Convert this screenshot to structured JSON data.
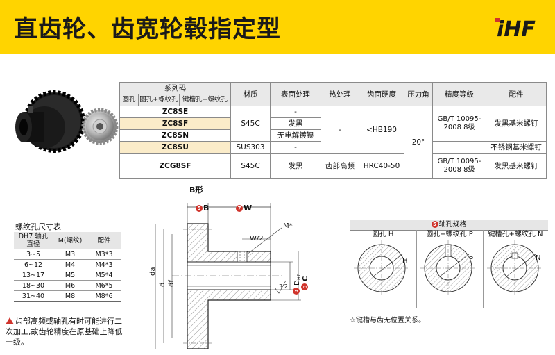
{
  "header": {
    "title": "直齿轮、齿宽轮毂指定型",
    "logo": "iHF",
    "bg_color": "#ffd400"
  },
  "spec_table": {
    "group_header": "系列码",
    "sub_headers": [
      "圆孔",
      "圆孔+螺纹孔",
      "键槽孔+螺纹孔"
    ],
    "col_headers": [
      "材质",
      "表面处理",
      "热处理",
      "齿面硬度",
      "压力角",
      "精度等级",
      "配件"
    ],
    "codes": [
      "ZC8SE",
      "ZC8SF",
      "ZC8SN",
      "ZC8SU",
      "ZCG8SF"
    ],
    "material_s45c": "S45C",
    "material_sus": "SUS303",
    "material_s45c_2": "S45C",
    "surface": [
      "-",
      "发黑",
      "无电解镀镍",
      "-",
      "发黑"
    ],
    "heat_dash": "-",
    "heat_last": "齿部高频",
    "hardness": "<HB190",
    "hardness_last": "HRC40-50",
    "pressure_angle": "20°",
    "precision_1": "GB/T 10095-2008 8级",
    "precision_2": "GB/T 10095-2008 8级",
    "accessory_1": "发黑基米螺钉",
    "accessory_2": "不锈钢基米螺钉",
    "accessory_3": "发黑基米螺钉"
  },
  "drawing": {
    "shape_label": "B形",
    "B": "B",
    "W": "W",
    "M": "M*",
    "W2": "W/2",
    "roughness": "3.2",
    "D": "D",
    "D_sub": "H7",
    "C": "C",
    "da": "da",
    "d": "d",
    "df": "df",
    "circled_B": "⑤",
    "circled_W": "⑦",
    "circled_D": "④",
    "circled_C": "⑨"
  },
  "thread_table": {
    "title": "螺纹孔尺寸表",
    "headers": [
      "DH7 轴孔直径",
      "M(螺纹)",
      "配件"
    ],
    "rows": [
      [
        "3~5",
        "M3",
        "M3*3"
      ],
      [
        "6~12",
        "M4",
        "M4*3"
      ],
      [
        "13~17",
        "M5",
        "M5*4"
      ],
      [
        "18~30",
        "M6",
        "M6*5"
      ],
      [
        "31~40",
        "M8",
        "M8*6"
      ]
    ]
  },
  "warning": "齿部高频或轴孔有时可能进行二次加工,故齿轮精度在原基础上降低一级。",
  "hole_spec": {
    "title": "轴孔规格",
    "title_num": "⑤",
    "cols": [
      "圆孔 H",
      "圆孔+螺纹孔 P",
      "键槽孔+螺纹孔 N"
    ],
    "letters": [
      "H",
      "P",
      "N"
    ],
    "note": "☆键槽与齿无位置关系。"
  }
}
